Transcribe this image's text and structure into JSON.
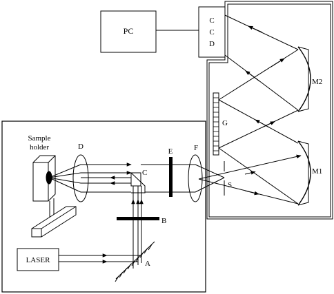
{
  "labels": {
    "pc": "PC",
    "ccd_1": "C",
    "ccd_2": "C",
    "ccd_3": "D",
    "m2": "M2",
    "m1": "M1",
    "g": "G",
    "s": "S",
    "sample_holder_1": "Sample",
    "sample_holder_2": "holder",
    "d": "D",
    "e": "E",
    "f": "F",
    "c": "C",
    "b": "B",
    "laser": "LASER",
    "a": "A"
  },
  "colors": {
    "stroke": "#000000",
    "background": "#ffffff"
  }
}
